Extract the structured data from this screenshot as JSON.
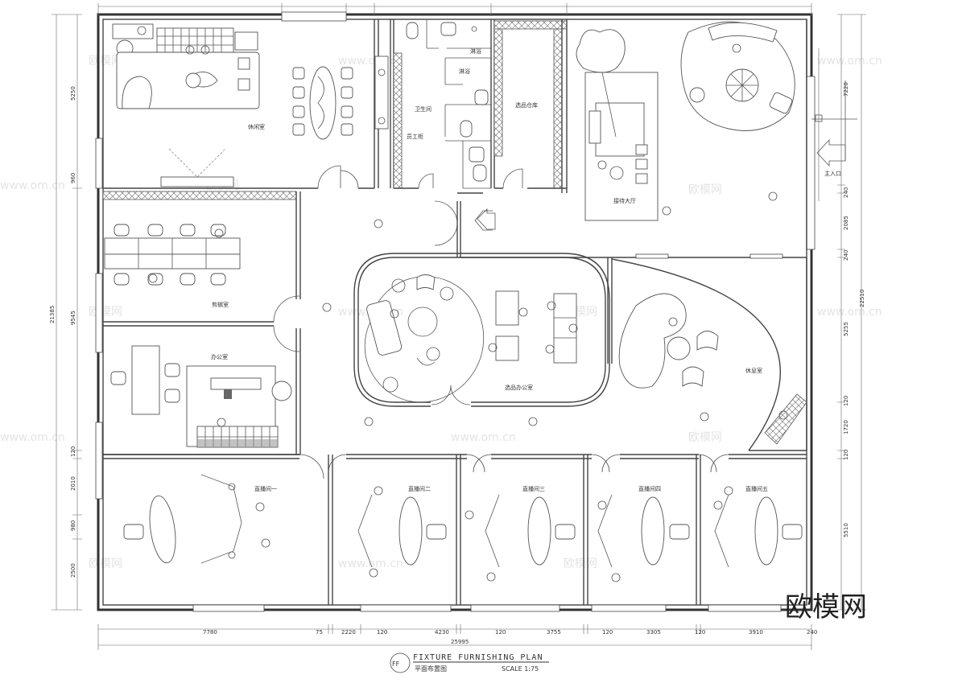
{
  "drawing": {
    "title_en": "FIXTURE FURNISHING PLAN",
    "title_cn": "平面布置图",
    "scale": "SCALE 1:75",
    "badge": "FF",
    "brand": "欧模网"
  },
  "watermarks": [
    "欧模网",
    "www.om.cn"
  ],
  "rooms": {
    "lounge": "休闲室",
    "restroom": "卫生间",
    "staff_room": "员工柜",
    "shower_1": "淋浴",
    "shower_2": "淋浴",
    "storage": "选品仓库",
    "reception": "接待大厅",
    "editing": "剪辑室",
    "office": "办公室",
    "selection_office": "选品办公室",
    "rest_room": "休息室",
    "live_1": "直播间一",
    "live_2": "直播间二",
    "live_3": "直播间三",
    "live_4": "直播间四",
    "live_5": "直播间五",
    "entrance": "主入口"
  },
  "dimensions": {
    "bottom": [
      "7780",
      "75",
      "2220",
      "120",
      "4230",
      "120",
      "3755",
      "120",
      "3305",
      "120",
      "3910",
      "240"
    ],
    "bottom_total": "25995",
    "left_outer": "21385",
    "left": [
      "5250",
      "960",
      "9545",
      "120",
      "2010",
      "980",
      "2500"
    ],
    "right_outer": "22510",
    "right": [
      "7220",
      "240",
      "2085",
      "240",
      "5255",
      "120",
      "1720",
      "120",
      "5510"
    ]
  },
  "colors": {
    "wall": "#333333",
    "line": "#555555",
    "watermark": "#e4e4e4"
  }
}
